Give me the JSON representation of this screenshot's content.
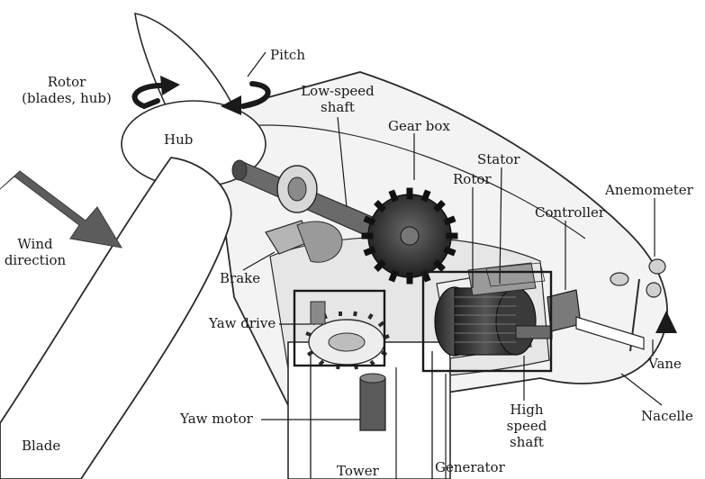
{
  "labels": {
    "rotor_line1": "Rotor",
    "rotor_line2": "(blades, hub)",
    "pitch": "Pitch",
    "low_speed_line1": "Low-speed",
    "low_speed_line2": "shaft",
    "gear_box": "Gear box",
    "stator": "Stator",
    "rotor_gen": "Rotor",
    "anemometer": "Anemometer",
    "controller": "Controller",
    "hub": "Hub",
    "wind_line1": "Wind",
    "wind_line2": "direction",
    "brake": "Brake",
    "yaw_drive": "Yaw drive",
    "vane": "Vane",
    "yaw_motor": "Yaw motor",
    "high_line1": "High",
    "high_line2": "speed",
    "high_line3": "shaft",
    "nacelle": "Nacelle",
    "blade": "Blade",
    "tower": "Tower",
    "generator": "Generator"
  }
}
